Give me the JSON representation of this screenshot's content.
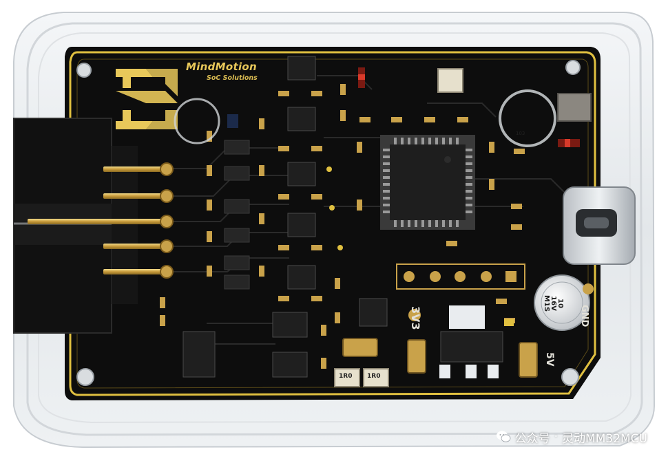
{
  "board": {
    "brand_name": "MindMotion",
    "brand_tagline": "SoC Solutions",
    "pin_label_3v3": "3V3",
    "pin_label_gnd": "GND",
    "pin_label_5v": "5V",
    "capacitor_marking": "10\n16V\nM1S",
    "resistor_marking_a": "1R0",
    "resistor_marking_b": "1R0",
    "small_marking": "103"
  },
  "colors": {
    "pcb": "#0d0d0d",
    "gold_trace": "#e0c040",
    "copper_pad": "#c9a24a",
    "case_clear": "#e9edf0"
  },
  "watermark": {
    "icon": "wechat-icon",
    "account_type": "公众号",
    "separator": "·",
    "account_name": "灵动MM32MCU"
  }
}
